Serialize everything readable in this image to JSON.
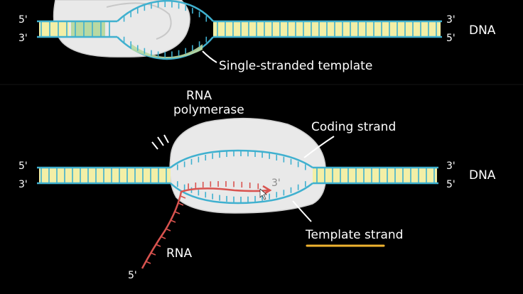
{
  "top_panel": {
    "five_prime_left": "5'",
    "three_prime_left": "3'",
    "three_prime_right": "3'",
    "five_prime_right": "5'",
    "dna_label": "DNA",
    "template_label": "Single-stranded template"
  },
  "bottom_panel": {
    "five_prime_left": "5'",
    "three_prime_left": "3'",
    "three_prime_right": "3'",
    "five_prime_right": "5'",
    "dna_label": "DNA",
    "polymerase_label_line1": "RNA",
    "polymerase_label_line2": "polymerase",
    "coding_strand_label": "Coding strand",
    "template_strand_label": "Template strand",
    "rna_label": "RNA",
    "rna_five_prime": "5'",
    "rna_three_prime": "3'"
  },
  "colors": {
    "background": "#000000",
    "strand_blue": "#3fb0cf",
    "base_pair_yellow": "#f3efa6",
    "base_pair_green": "#b9d9a2",
    "polymerase_gray": "#e9e9e9",
    "rna_red": "#d9534f",
    "highlight_orange": "#f0b430",
    "text_white": "#ffffff"
  }
}
